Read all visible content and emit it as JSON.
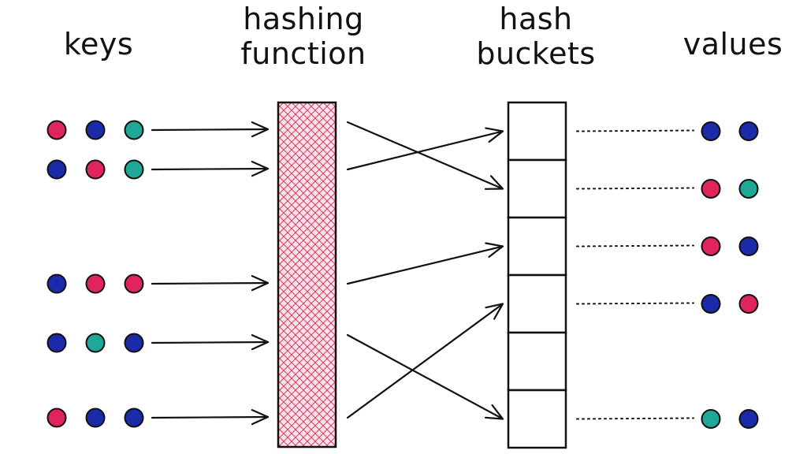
{
  "headings": {
    "keys": "keys",
    "hashing_function_line1": "hashing",
    "hashing_function_line2": "function",
    "hash_buckets_line1": "hash",
    "hash_buckets_line2": "buckets",
    "values": "values"
  },
  "colors": {
    "red": "#e0245e",
    "blue": "#1a2aa8",
    "teal": "#1fa898",
    "ink": "#111111",
    "hatch": "#e0416a",
    "hatch_bg": "#fbe4ea"
  },
  "keys": [
    [
      "red",
      "blue",
      "teal"
    ],
    [
      "blue",
      "red",
      "teal"
    ],
    [
      "blue",
      "red",
      "red"
    ],
    [
      "blue",
      "teal",
      "blue"
    ],
    [
      "red",
      "blue",
      "blue"
    ]
  ],
  "buckets": [
    {
      "index": 0,
      "values": [
        "blue",
        "blue"
      ]
    },
    {
      "index": 1,
      "values": [
        "red",
        "teal"
      ]
    },
    {
      "index": 2,
      "values": [
        "red",
        "blue"
      ]
    },
    {
      "index": 3,
      "values": [
        "blue",
        "red"
      ]
    },
    {
      "index": 4,
      "values": []
    },
    {
      "index": 5,
      "values": [
        "teal",
        "blue"
      ]
    }
  ],
  "mappings": [
    {
      "key": 0,
      "bucket": 1
    },
    {
      "key": 1,
      "bucket": 0
    },
    {
      "key": 2,
      "bucket": 2
    },
    {
      "key": 3,
      "bucket": 5
    },
    {
      "key": 4,
      "bucket": 3
    }
  ]
}
